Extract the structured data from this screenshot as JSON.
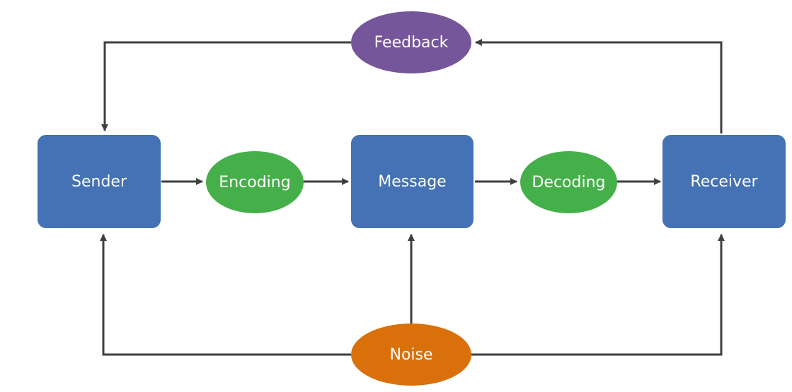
{
  "nodes": {
    "sender": {
      "label": "Sender"
    },
    "encoding": {
      "label": "Encoding"
    },
    "message": {
      "label": "Message"
    },
    "decoding": {
      "label": "Decoding"
    },
    "receiver": {
      "label": "Receiver"
    },
    "feedback": {
      "label": "Feedback"
    },
    "noise": {
      "label": "Noise"
    }
  },
  "colors": {
    "box": "#4472b4",
    "process_oval": "#45b04a",
    "feedback_oval": "#76569a",
    "noise_oval": "#d9700a",
    "arrow": "#3f3f3f"
  },
  "connections": [
    {
      "from": "sender",
      "to": "encoding"
    },
    {
      "from": "encoding",
      "to": "message"
    },
    {
      "from": "message",
      "to": "decoding"
    },
    {
      "from": "decoding",
      "to": "receiver"
    },
    {
      "from": "receiver",
      "to": "feedback"
    },
    {
      "from": "feedback",
      "to": "sender"
    },
    {
      "from": "noise",
      "to": "sender"
    },
    {
      "from": "noise",
      "to": "message"
    },
    {
      "from": "noise",
      "to": "receiver"
    }
  ]
}
